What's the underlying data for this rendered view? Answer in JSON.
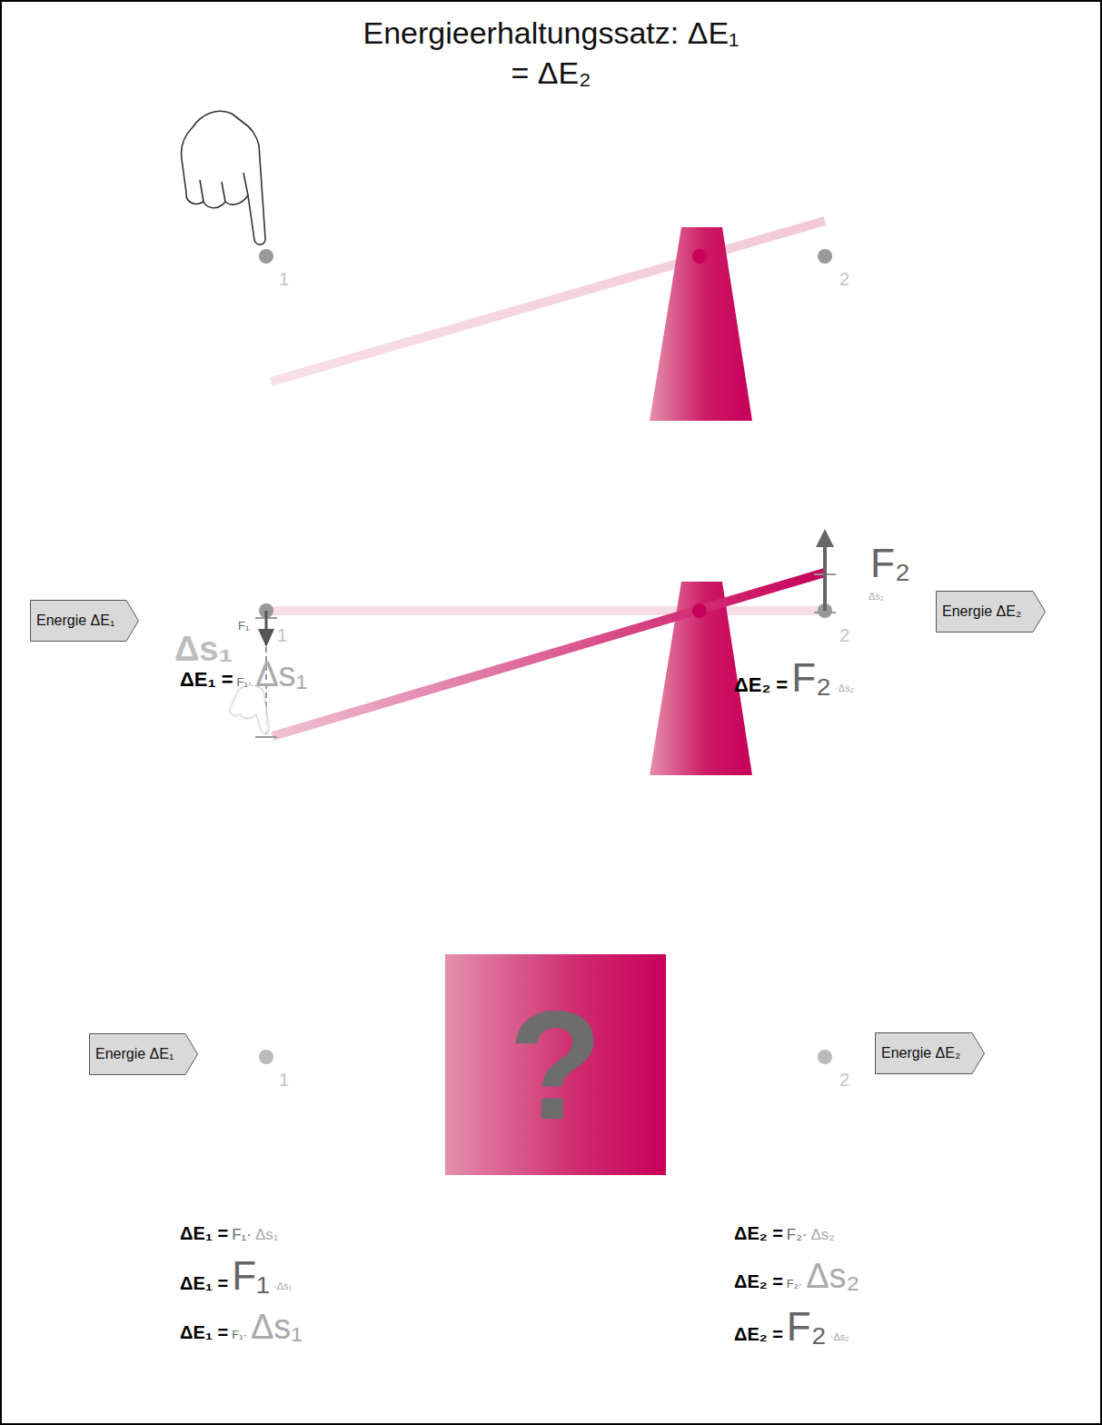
{
  "diagram": {
    "title": "Energieerhaltungssatz: ΔE₁ = ΔE₂",
    "nodes": [
      {
        "text": [
          "Energie ΔE₁"
        ]
      },
      {
        "text": [
          "Energie ΔE₂"
        ]
      },
      {
        "text": [
          "Energie ΔE₁"
        ]
      },
      {
        "text": [
          "?"
        ]
      },
      {
        "text": [
          "Energie ΔE₂"
        ]
      }
    ],
    "labels": [
      "1",
      "2",
      "F₁",
      "Δs₁",
      "1",
      "F₂",
      "Δs₂",
      "2",
      "ΔE₁ =",
      "F₁·",
      "Δs₁",
      "ΔE₂ =",
      "F₂",
      "·Δs₂",
      "1",
      "2",
      "ΔE₁ =",
      "F₁·",
      "Δs₁",
      "ΔE₁ =",
      "F₁",
      "·Δs₁",
      "ΔE₁ =",
      "F₁·",
      "Δs₁",
      "ΔE₂ =",
      "F₂·",
      "Δs₂",
      "ΔE₂ =",
      "F₂·",
      "Δs₂",
      "ΔE₂ =",
      "F₂",
      "·Δs₂"
    ]
  }
}
